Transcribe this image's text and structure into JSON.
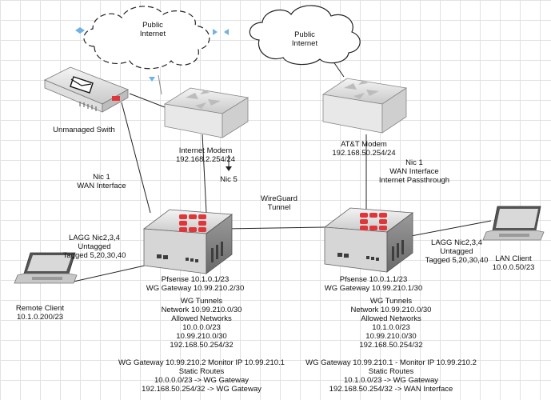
{
  "clouds": {
    "left": [
      "Public",
      "Internet"
    ],
    "right": [
      "Public",
      "Internet"
    ]
  },
  "devices": {
    "unmanaged_switch": "Unmanaged Swith",
    "internet_modem": [
      "Internet Modem",
      "192.168.2.254/24"
    ],
    "att_modem": [
      "AT&T Modem",
      "192.168.50.254/24"
    ],
    "pfsense_left": [
      "Pfsense 10.1.0.1/23",
      "WG Gateway 10.99.210.2/30"
    ],
    "pfsense_right": [
      "Pfsense 10.0.1.1/23",
      "WG Gateway 10.99.210.1/30"
    ],
    "remote_client": [
      "Remote Client",
      "10.1.0.200/23"
    ],
    "lan_client": [
      "LAN Client",
      "10.0.0.50/23"
    ]
  },
  "links": {
    "nic1_left": [
      "Nic 1",
      "WAN Interface"
    ],
    "nic5": "Nic 5",
    "wireguard": [
      "WireGuard",
      "Tunnel"
    ],
    "nic1_right": [
      "Nic 1",
      "WAN Interface",
      "Internet Passthrough"
    ],
    "lagg_left": [
      "LAGG Nic2,3,4",
      "Untagged",
      "Tagged 5,20,30,40"
    ],
    "lagg_right": [
      "LAGG Nic2,3,4",
      "Untagged",
      "Tagged 5,20,30,40"
    ]
  },
  "config_left": [
    "WG Tunnels",
    "Network 10.99.210.0/30",
    "Allowed Networks",
    "10.0.0.0/23",
    "10.99.210.0/30",
    "192.168.50.254/32",
    "",
    "WG Gateway 10.99.210.2 Monitor IP 10.99.210.1",
    "Static Routes",
    "10.0.0.0/23 -> WG Gateway",
    "192.168.50.254/32 -> WG Gateway"
  ],
  "config_right": [
    "WG Tunnels",
    "Network 10.99.210.0/30",
    "Allowed Networks",
    "10.1.0.0/23",
    "10.99.210.0/30",
    "192.168.50.254/32",
    "",
    "WG Gateway 10.99.210.1 - Monitor IP 10.99.210.2",
    "Static Routes",
    "10.1.0.0/23 -> WG Gateway",
    "192.168.50.254/32 -> WAN Interface"
  ],
  "colors": {
    "fortinet_red": "#e0363a",
    "cloud_stroke": "#222222",
    "grid": "#e2e2e2"
  }
}
